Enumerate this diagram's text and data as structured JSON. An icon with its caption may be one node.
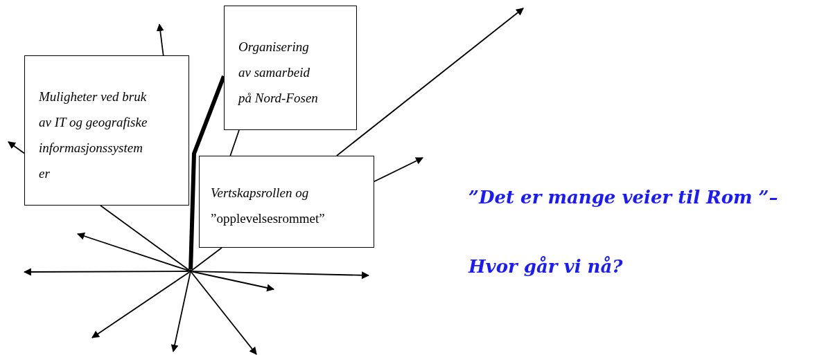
{
  "diagram": {
    "nodes": [
      {
        "text": [
          "Muligheter ved bruk av IT og geografiske informasjonssystem er"
        ]
      },
      {
        "text": [
          "Organisering av samarbeid på Nord-Fosen"
        ]
      },
      {
        "text": [
          "*Vertskapsrollen og* ”opplevelsesrommet”"
        ]
      },
      {
        "text": [],
        "shape": "point"
      }
    ],
    "edges": [
      {
        "from": 3,
        "to": 0,
        "arrow": "none"
      },
      {
        "from": 3,
        "to": 1,
        "arrow": "none",
        "style": "thick"
      },
      {
        "from": 3,
        "to": 2,
        "arrow": "none"
      },
      {
        "from": 2,
        "to": 1,
        "arrow": "none"
      },
      {
        "from": 0,
        "to": null,
        "arrow": "to"
      },
      {
        "from": 0,
        "to": null,
        "arrow": "to"
      },
      {
        "from": 2,
        "to": null,
        "arrow": "to"
      },
      {
        "from": 2,
        "to": null,
        "arrow": "to"
      },
      {
        "from": 3,
        "to": null,
        "arrow": "to"
      },
      {
        "from": 3,
        "to": null,
        "arrow": "to"
      },
      {
        "from": 3,
        "to": null,
        "arrow": "to"
      },
      {
        "from": 3,
        "to": null,
        "arrow": "to"
      },
      {
        "from": 3,
        "to": null,
        "arrow": "to"
      },
      {
        "from": 3,
        "to": null,
        "arrow": "to"
      },
      {
        "from": 3,
        "to": null,
        "arrow": "to"
      }
    ],
    "labels": [
      "”Det er mange veier til Rom ”–",
      "Hvor går vi nå?"
    ]
  }
}
